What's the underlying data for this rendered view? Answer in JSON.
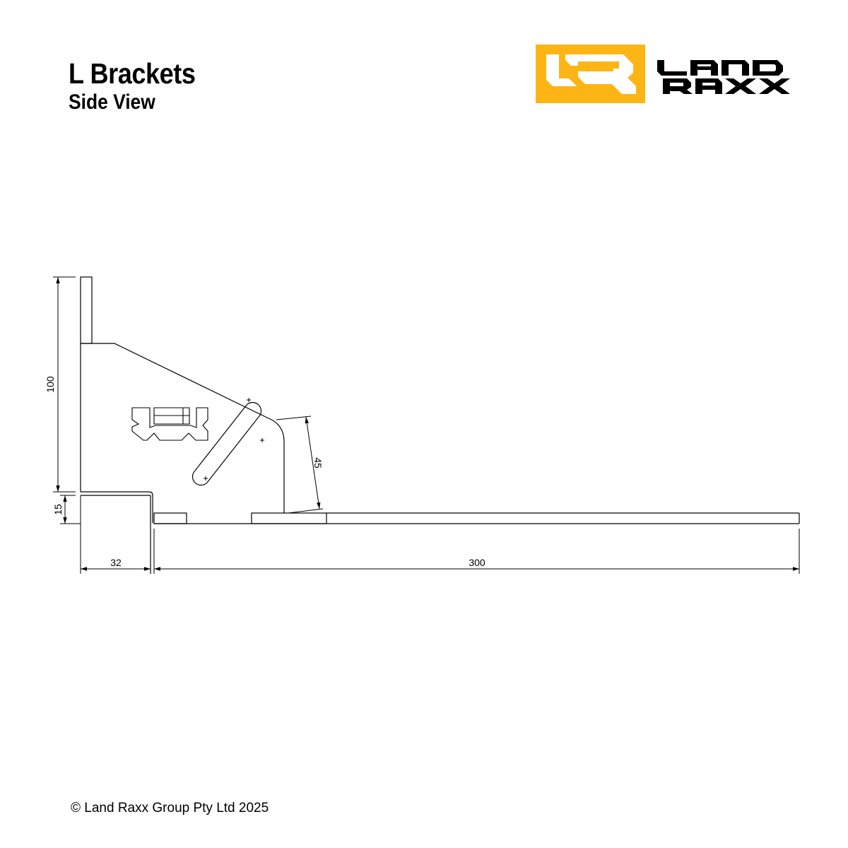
{
  "header": {
    "title": "L Brackets",
    "subtitle": "Side View"
  },
  "brand": {
    "logo_mark": "LR",
    "logo_text_line1": "LAND",
    "logo_text_line2": "RAXX",
    "accent_color": "#FDB515",
    "text_color": "#000000"
  },
  "drawing": {
    "line_color": "#000000",
    "dimensions": {
      "upright_height": "100",
      "base_offset": "15",
      "slot_rise": "45",
      "bend_width": "32",
      "base_length": "300"
    }
  },
  "footer": {
    "copyright": "© Land Raxx Group Pty Ltd 2025"
  }
}
